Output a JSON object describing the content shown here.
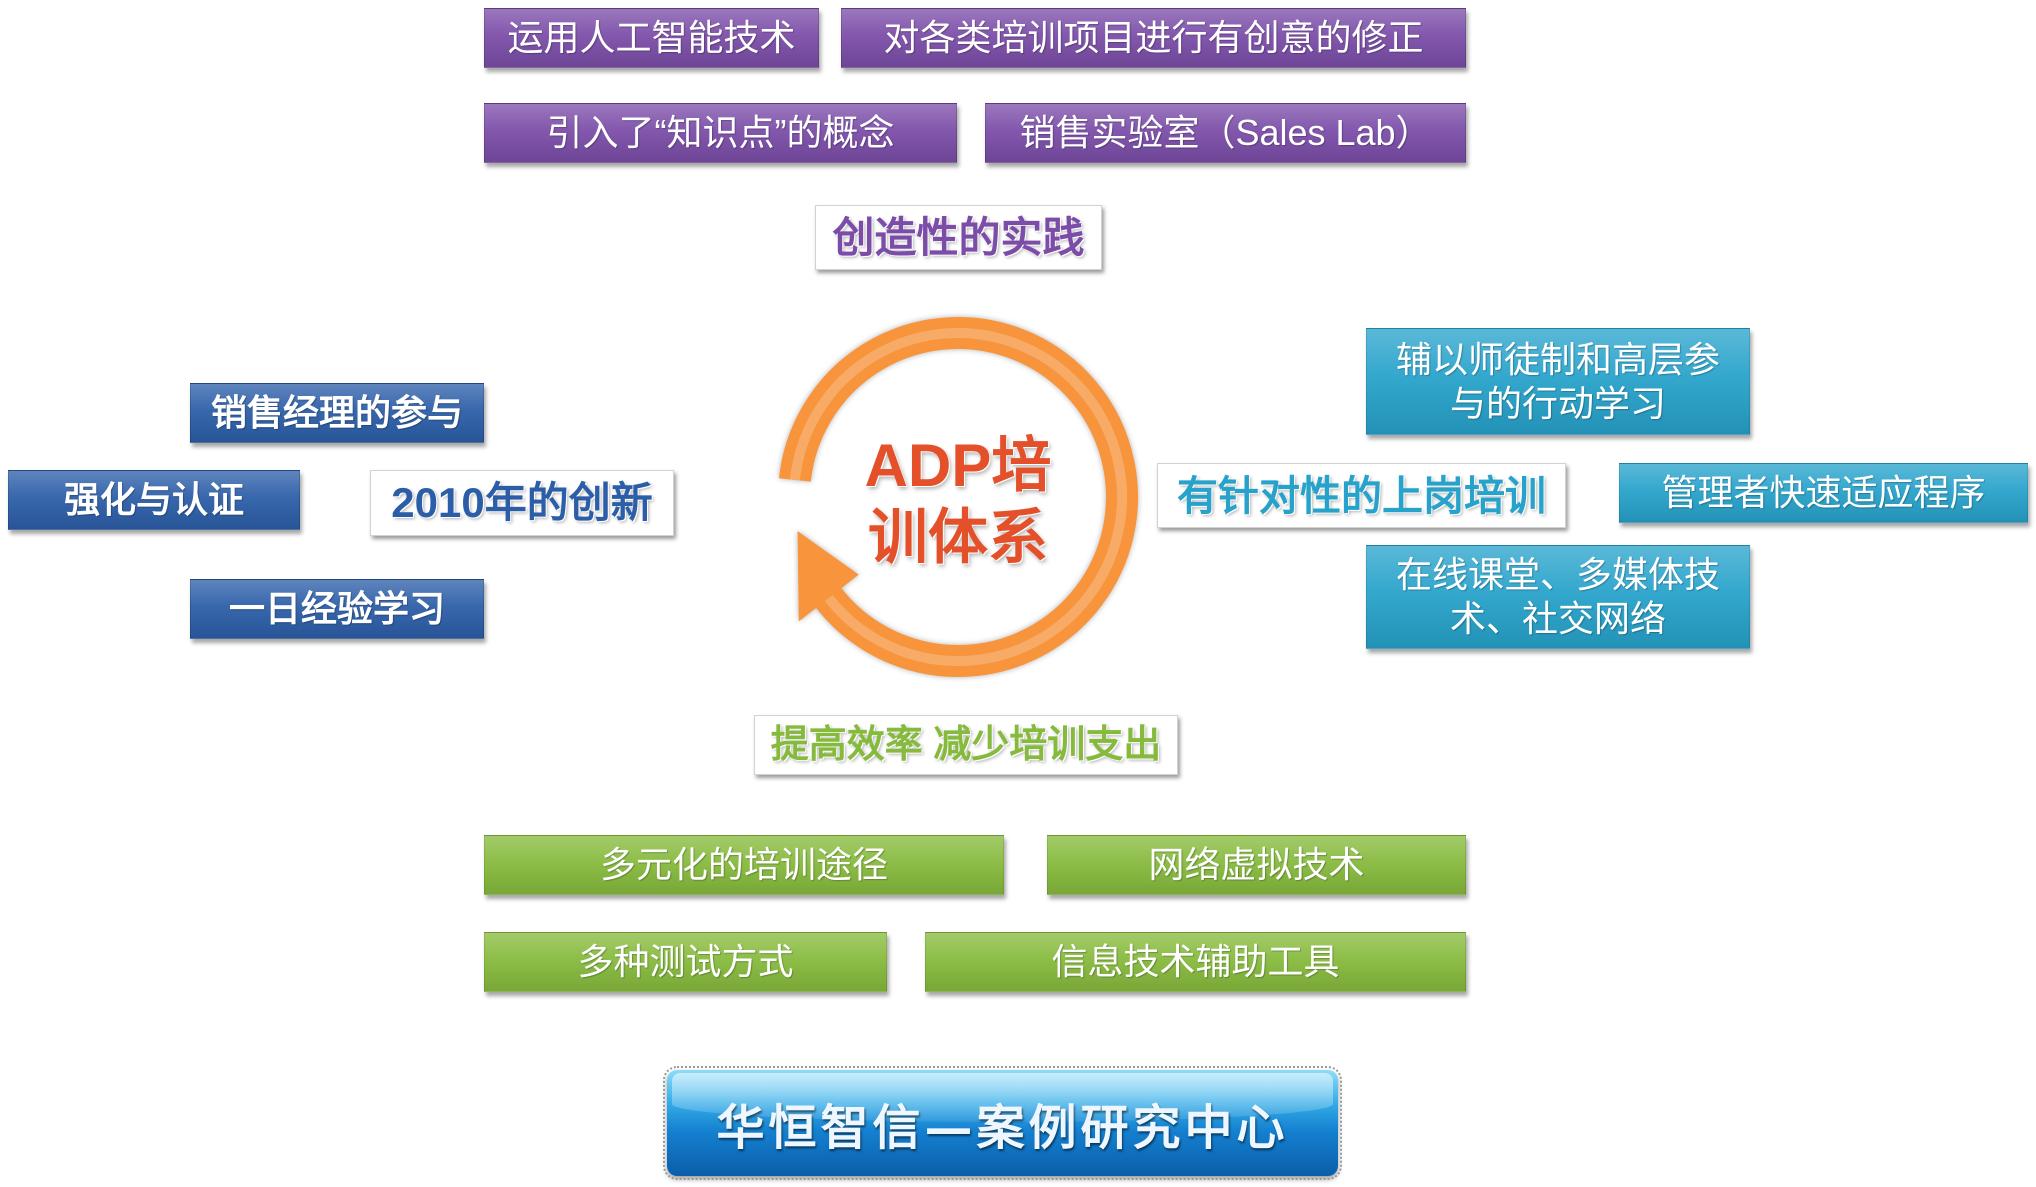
{
  "center": {
    "graphic": "circular-arrow-icon",
    "title_line1": "ADP培",
    "title_line2": "训体系"
  },
  "creative_practice": {
    "title": "创造性的实践",
    "items": [
      "运用人工智能技术",
      "对各类培训项目进行有创意的修正",
      "引入了“知识点”的概念",
      "销售实验室（Sales Lab）"
    ]
  },
  "innovation_2010": {
    "title": "2010年的创新",
    "items": [
      "销售经理的参与",
      "强化与认证",
      "一日经验学习"
    ]
  },
  "targeted_onboarding": {
    "title": "有针对性的上岗培训",
    "items": [
      {
        "lines": [
          "辅以师徒制和高层参",
          "与的行动学习"
        ]
      },
      {
        "lines": [
          "管理者快速适应程序"
        ]
      },
      {
        "lines": [
          "在线课堂、多媒体技",
          "术、社交网络"
        ]
      }
    ]
  },
  "efficiency": {
    "title": "提高效率 减少培训支出",
    "items": [
      "多元化的培训途径",
      "网络虚拟技术",
      "多种测试方式",
      "信息技术辅助工具"
    ]
  },
  "footer": {
    "banner": "华恒智信—案例研究中心"
  },
  "colors": {
    "purple": "#7b4da8",
    "blue": "#2c5ea8",
    "teal": "#27a2cb",
    "green": "#86ba3c",
    "ring": "#f7943c",
    "center_text": "#e4502a",
    "banner": "#1480d0"
  }
}
